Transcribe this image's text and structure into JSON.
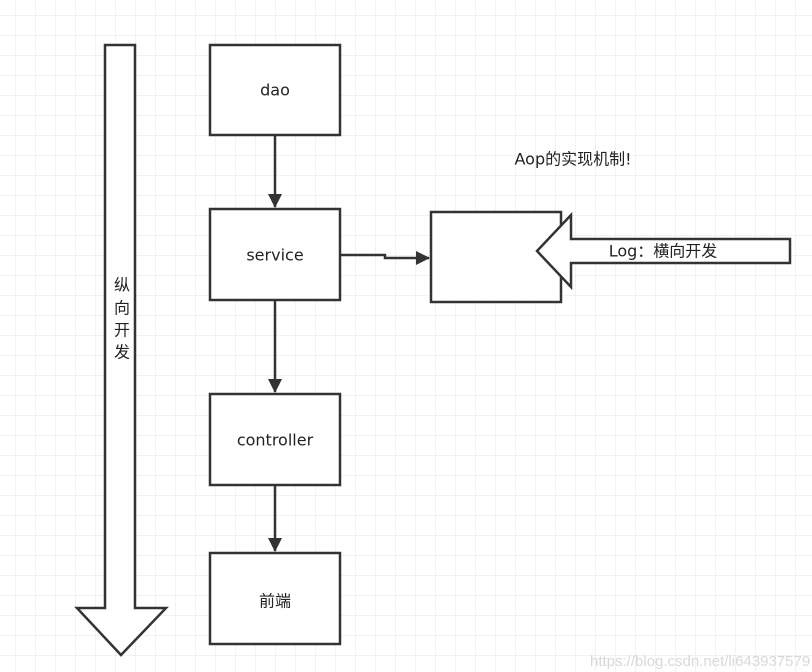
{
  "nodes": {
    "dao": "dao",
    "service": "service",
    "controller": "controller",
    "frontend": "前端",
    "aspect": ""
  },
  "vertical_arrow_label": [
    "纵",
    "向",
    "开",
    "发"
  ],
  "aop_title": "Aop的实现机制!",
  "log_arrow_label": "Log：横向开发",
  "watermark": "https://blog.csdn.net/li643937579",
  "colors": {
    "stroke": "#333333",
    "grid": "#e6e6e6"
  }
}
